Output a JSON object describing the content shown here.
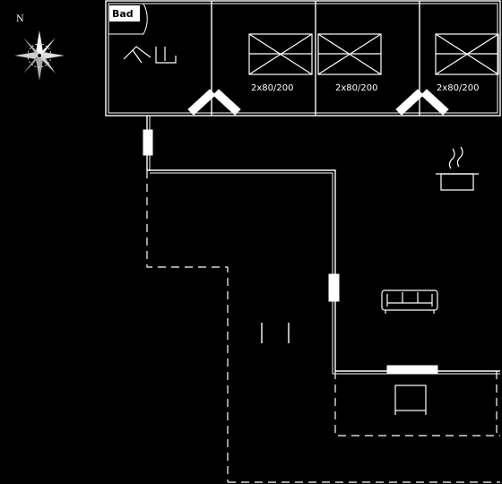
{
  "compass": {
    "north_label": "N"
  },
  "bathroom": {
    "label": "Bad"
  },
  "bedrooms": [
    {
      "bed_label": "2x80/200"
    },
    {
      "bed_label": "2x80/200"
    },
    {
      "bed_label": "2x80/200"
    }
  ],
  "icons": {
    "shower": "shower-icon",
    "toilet": "toilet-icon",
    "kitchen": "cooking-pot-icon",
    "sofa": "sofa-icon",
    "table": "terrace-table-icon"
  }
}
